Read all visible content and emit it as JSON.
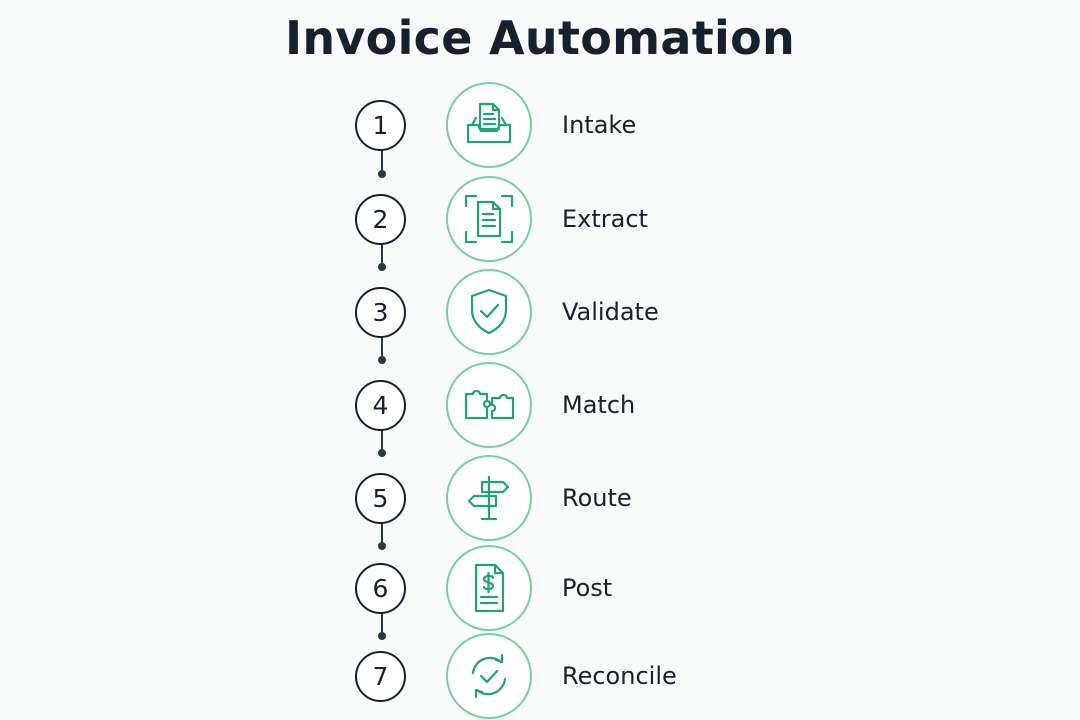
{
  "title": "Invoice Automation",
  "colors": {
    "accent": "#21a27d",
    "ring": "#72d1a4",
    "text": "#17202e",
    "background": "#f9fafa"
  },
  "steps": [
    {
      "number": "1",
      "label": "Intake",
      "icon": "inbox-document-icon"
    },
    {
      "number": "2",
      "label": "Extract",
      "icon": "document-scan-icon"
    },
    {
      "number": "3",
      "label": "Validate",
      "icon": "shield-check-icon"
    },
    {
      "number": "4",
      "label": "Match",
      "icon": "puzzle-pieces-icon"
    },
    {
      "number": "5",
      "label": "Route",
      "icon": "signpost-icon"
    },
    {
      "number": "6",
      "label": "Post",
      "icon": "dollar-document-icon"
    },
    {
      "number": "7",
      "label": "Reconcile",
      "icon": "refresh-check-icon"
    }
  ]
}
